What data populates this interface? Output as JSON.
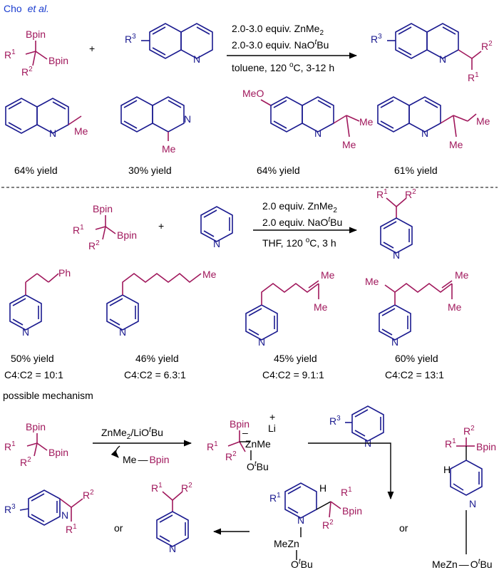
{
  "header": {
    "citation_author": "Cho",
    "citation_etal": "et al."
  },
  "reaction1": {
    "reagent_line1": "2.0-3.0 equiv. ZnMe",
    "reagent_line1_sub": "2",
    "reagent_line2": "2.0-3.0 equiv. NaO",
    "reagent_line2_sup": "t",
    "reagent_line2_end": "Bu",
    "conditions_solvent": "toluene, 120 ",
    "conditions_deg": "o",
    "conditions_end": "C, 3-12 h",
    "plus": "+",
    "products": [
      {
        "yield": "64% yield"
      },
      {
        "yield": "30% yield"
      },
      {
        "yield": "64% yield"
      },
      {
        "yield": "61% yield"
      }
    ]
  },
  "reaction2": {
    "reagent_line1": "2.0 equiv. ZnMe",
    "reagent_line1_sub": "2",
    "reagent_line2": "2.0 equiv. NaO",
    "reagent_line2_sup": "t",
    "reagent_line2_end": "Bu",
    "conditions_solvent": "THF, 120 ",
    "conditions_deg": "o",
    "conditions_end": "C, 3 h",
    "plus": "+",
    "products": [
      {
        "yield": "50% yield",
        "selectivity": "C4:C2 = 10:1"
      },
      {
        "yield": "46% yield",
        "selectivity": "C4:C2 = 6.3:1"
      },
      {
        "yield": "45% yield",
        "selectivity": "C4:C2 = 9.1:1"
      },
      {
        "yield": "60% yield",
        "selectivity": "C4:C2 = 13:1"
      }
    ]
  },
  "mechanism": {
    "heading": "possible mechanism",
    "reagent": "ZnMe",
    "reagent_sub": "2",
    "reagent_mid": "/LiO",
    "reagent_sup": "t",
    "reagent_end": "Bu",
    "byproduct_me": "Me",
    "byproduct_bpin": "Bpin",
    "or_1": "or",
    "or_2": "or"
  },
  "atoms": {
    "bpin": "Bpin",
    "r": "R",
    "n": "N",
    "me": "Me",
    "meo": "MeO",
    "ph": "Ph",
    "h": "H",
    "li": "Li",
    "zn_me": "ZnMe",
    "me_zn": "MeZn",
    "o": "O",
    "t": "t",
    "bu": "Bu",
    "plus": "+",
    "minus": "–",
    "sup1": "1",
    "sup2": "2",
    "sup3": "3"
  }
}
